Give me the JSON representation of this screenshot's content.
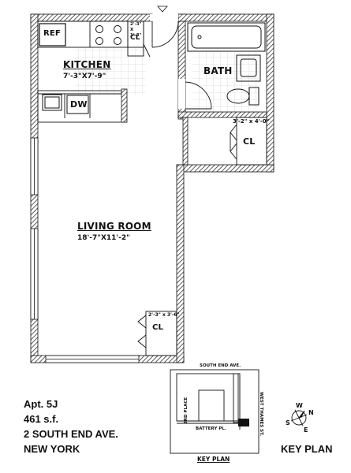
{
  "rooms": {
    "kitchen": {
      "name": "KITCHEN",
      "dims": "7'-3\"X7'-9\""
    },
    "bath": {
      "name": "BATH"
    },
    "living": {
      "name": "LIVING ROOM",
      "dims": "18'-7\"X11'-2\""
    },
    "closet_top": {
      "name": "CL",
      "dims": "2'-3\" X 1'-3\""
    },
    "closet_right": {
      "name": "CL",
      "dims": "3'-2\" x 4'-0\""
    },
    "closet_bottom": {
      "name": "CL",
      "dims": "2'-3\" x 3'-6\""
    }
  },
  "fixtures": {
    "ref": "REF",
    "dw": "DW"
  },
  "apartment": {
    "unit": "Apt. 5J",
    "area": "461 s.f.",
    "address": "2 SOUTH END AVE.",
    "city": "NEW YORK"
  },
  "key_plan": {
    "title": "KEY PLAN",
    "caption": "KEY PLAN",
    "streets": {
      "north": "SOUTH END AVE.",
      "west": "3RD PLACE",
      "east": "WEST THAMES ST.",
      "south": "BATTERY PL."
    }
  },
  "compass": {
    "n": "N",
    "e": "E",
    "s": "S",
    "w": "W"
  }
}
